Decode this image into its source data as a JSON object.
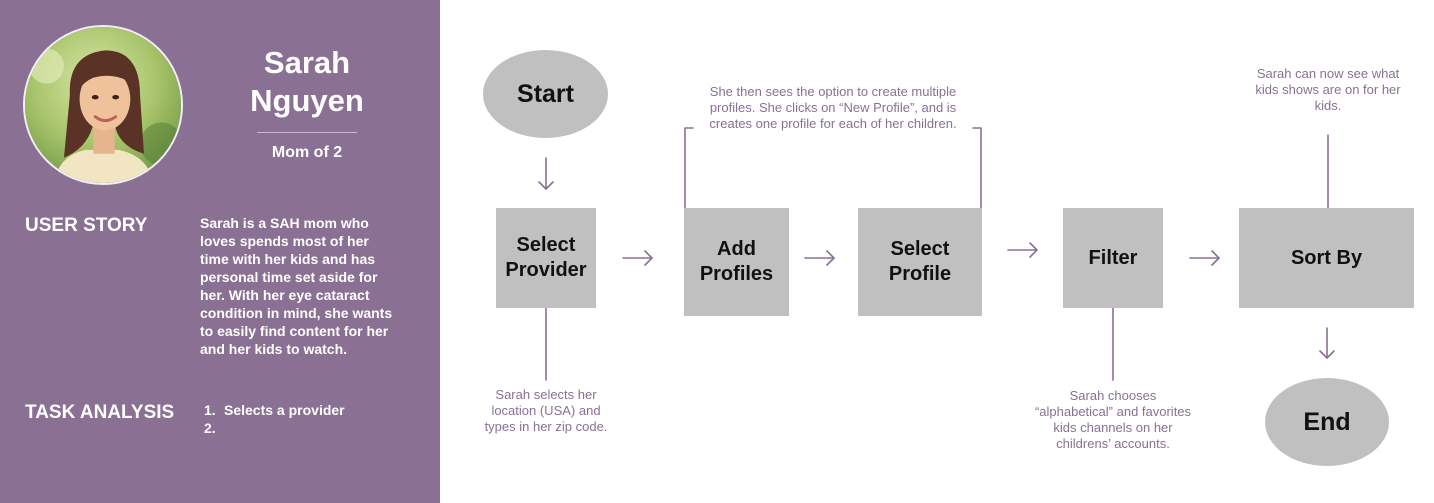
{
  "persona": {
    "first_name": "Sarah",
    "last_name": "Nguyen",
    "role": "Mom of 2",
    "user_story_heading": "USER STORY",
    "user_story": "Sarah is a SAH mom who loves spends most of her time with her kids and has personal time set aside for her. With her eye cataract condition in mind, she wants to easily find content for her and her kids to watch.",
    "task_analysis_heading": "TASK ANALYSIS",
    "tasks": [
      {
        "num": "1.",
        "text": "Selects a provider"
      },
      {
        "num": "2.",
        "text": ""
      }
    ]
  },
  "flow": {
    "start": "Start",
    "end": "End",
    "steps": [
      "Select Provider",
      "Add Profiles",
      "Select Profile",
      "Filter",
      "Sort By"
    ],
    "notes": {
      "select_provider": "Sarah selects her location (USA) and types in her zip code.",
      "add_profiles": "She then sees the option to create multiple profiles. She clicks on “New Profile”, and is creates one profile for each of her children.",
      "filter": "Sarah chooses “alphabetical” and favorites kids channels on her childrens’ accounts.",
      "sort_by": "Sarah can now see what kids shows are on for her kids."
    }
  },
  "colors": {
    "panel": "#8a7093",
    "node": "#c0c0c0",
    "connector": "#8a7093"
  }
}
